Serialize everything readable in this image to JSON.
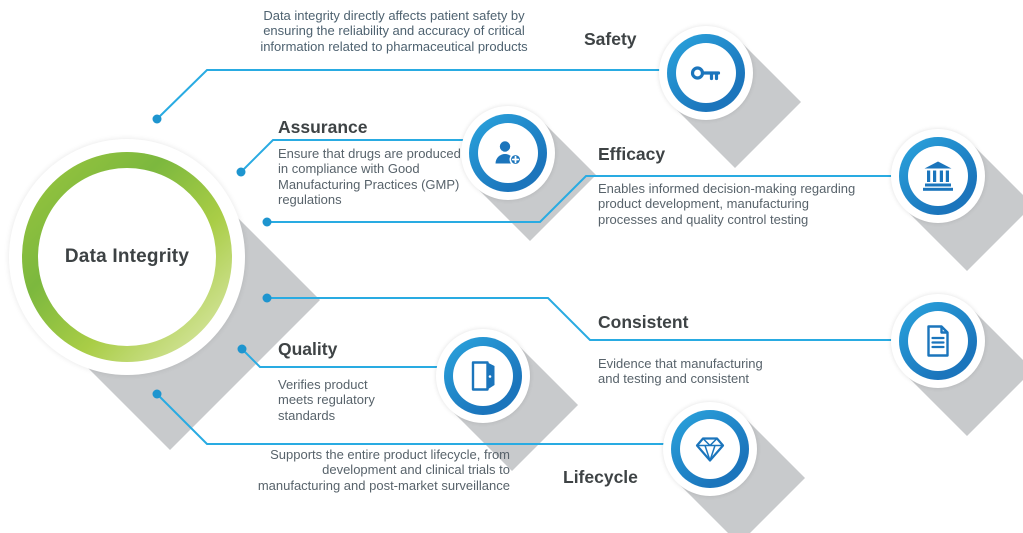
{
  "center": {
    "label": "Data Integrity"
  },
  "nodes": [
    {
      "label": "Safety",
      "icon": "key-icon",
      "description": "Data integrity directly affects patient safety by ensuring the reliability and accuracy of critical information related to pharmaceutical products"
    },
    {
      "label": "Assurance",
      "icon": "person-add-icon",
      "description": "Ensure that drugs are produced in compliance with Good Manufacturing Practices (GMP) regulations"
    },
    {
      "label": "Efficacy",
      "icon": "bank-icon",
      "description": "Enables informed decision-making regarding product development, manufacturing processes and quality control testing"
    },
    {
      "label": "Consistent",
      "icon": "document-icon",
      "description": "Evidence that manufacturing and testing and consistent"
    },
    {
      "label": "Quality",
      "icon": "open-door-icon",
      "description": "Verifies product meets regulatory standards"
    },
    {
      "label": "Lifecycle",
      "icon": "diamond-icon",
      "description": "Supports the entire product lifecycle, from development and clinical trials to manufacturing and post-market surveillance"
    }
  ],
  "colors": {
    "ring_blue_dark": "#1B75BC",
    "ring_blue_light": "#2BA5DE",
    "ring_green": "#8DC63F",
    "connector_blue": "#29ABE2",
    "shadow_gray": "#C8CACC",
    "heading_text": "#3E4345",
    "body_text": "#58636B"
  }
}
